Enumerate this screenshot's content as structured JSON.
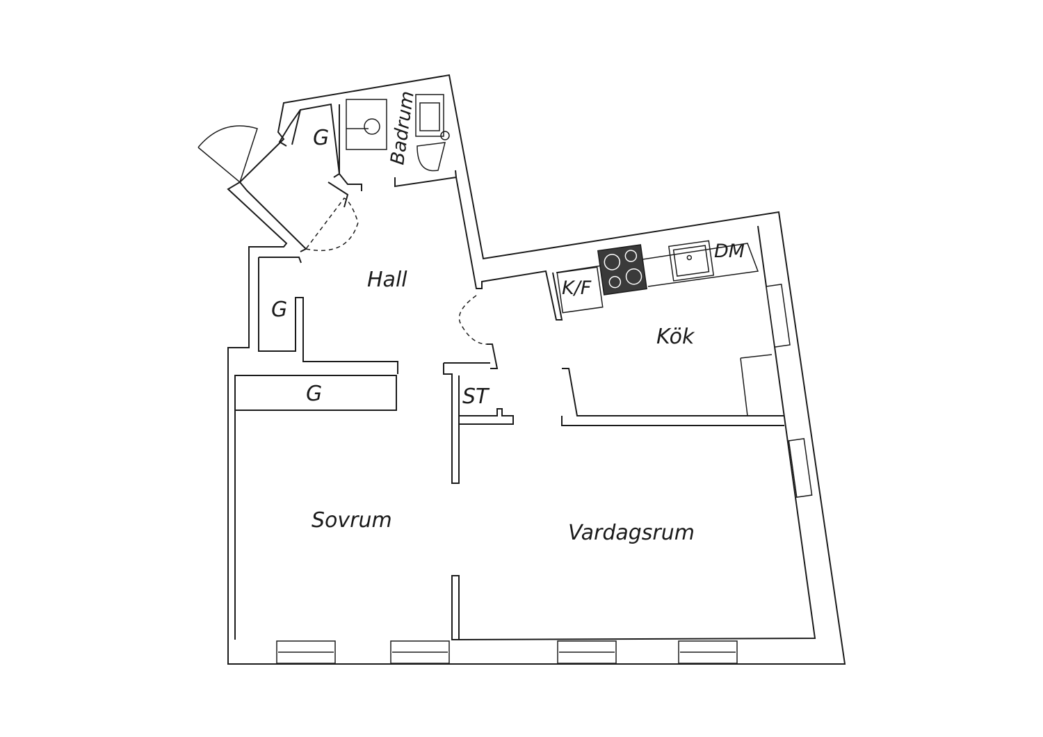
{
  "rooms": {
    "hall": "Hall",
    "badrum": "Badrum",
    "kok": "Kök",
    "sovrum": "Sovrum",
    "vardagsrum": "Vardagsrum",
    "wardrobe_entry": "G",
    "wardrobe_hall": "G",
    "wardrobe_bedroom": "G",
    "storage": "ST",
    "fridge_freezer": "K/F",
    "dishwasher": "DM"
  },
  "colors": {
    "wall": "#1a1a1a",
    "stove": "#3a3a3a",
    "background": "#ffffff"
  }
}
